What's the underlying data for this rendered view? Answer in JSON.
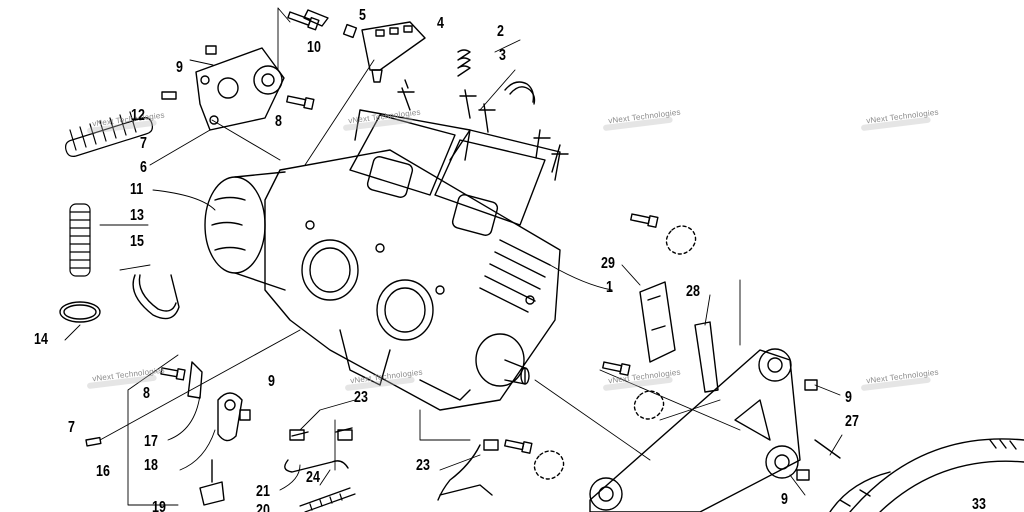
{
  "watermark": "vNext Technologies",
  "callouts": [
    "1",
    "2",
    "3",
    "4",
    "5",
    "6",
    "7",
    "8",
    "9",
    "10",
    "11",
    "12",
    "13",
    "14",
    "15",
    "16",
    "17",
    "18",
    "19",
    "20",
    "21",
    "23",
    "24",
    "27",
    "28",
    "29",
    "33"
  ]
}
